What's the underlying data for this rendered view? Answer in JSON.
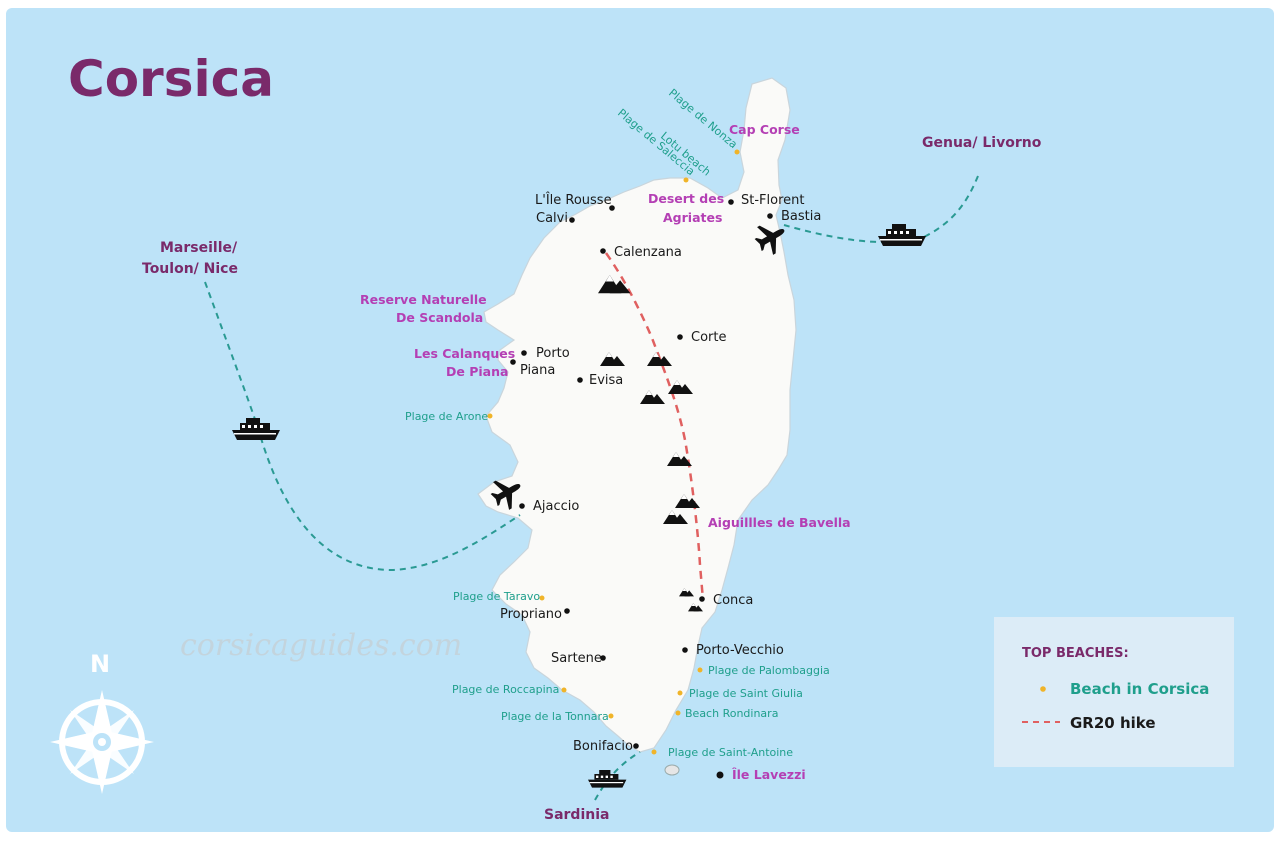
{
  "title": "Corsica",
  "colors": {
    "sea": "#bde3f8",
    "land": "#fafaf8",
    "title": "#7a2a6a",
    "region": "#b43fb4",
    "beach": "#1f9f8c",
    "beach_dot": "#f0b429",
    "ferry_route": "#2a9a93",
    "gr20": "#e06060",
    "legend_bg": "#dcecf7"
  },
  "towns": [
    "L'Île Rousse",
    "Calvi",
    "St-Florent",
    "Bastia",
    "Calenzana",
    "Corte",
    "Porto",
    "Piana",
    "Evisa",
    "Ajaccio",
    "Conca",
    "Propriano",
    "Porto-Vecchio",
    "Sartene",
    "Bonifacio"
  ],
  "regions": [
    "Cap Corse",
    "Desert des",
    "Agriates",
    "Reserve Naturelle",
    "De Scandola",
    "Les Calanques",
    "De Piana",
    "Aiguillles de Bavella",
    "Île Lavezzi"
  ],
  "beaches": [
    "Plage de Nonza",
    "Lotu beach",
    "Plage de Saleccia",
    "Plage de Arone",
    "Plage de Taravo",
    "Plage de Palombaggia",
    "Plage de Roccapina",
    "Plage de Saint Giulia",
    "Plage de la Tonnara",
    "Beach Rondinara",
    "Plage de Saint-Antoine"
  ],
  "routes": [
    "Marseille/",
    "Toulon/ Nice",
    "Genua/ Livorno",
    "Sardinia"
  ],
  "compass": "N",
  "watermark": "corsicaguides.com",
  "legend": {
    "title": "TOP BEACHES:",
    "beach": "Beach in Corsica",
    "gr20": "GR20 hike"
  }
}
